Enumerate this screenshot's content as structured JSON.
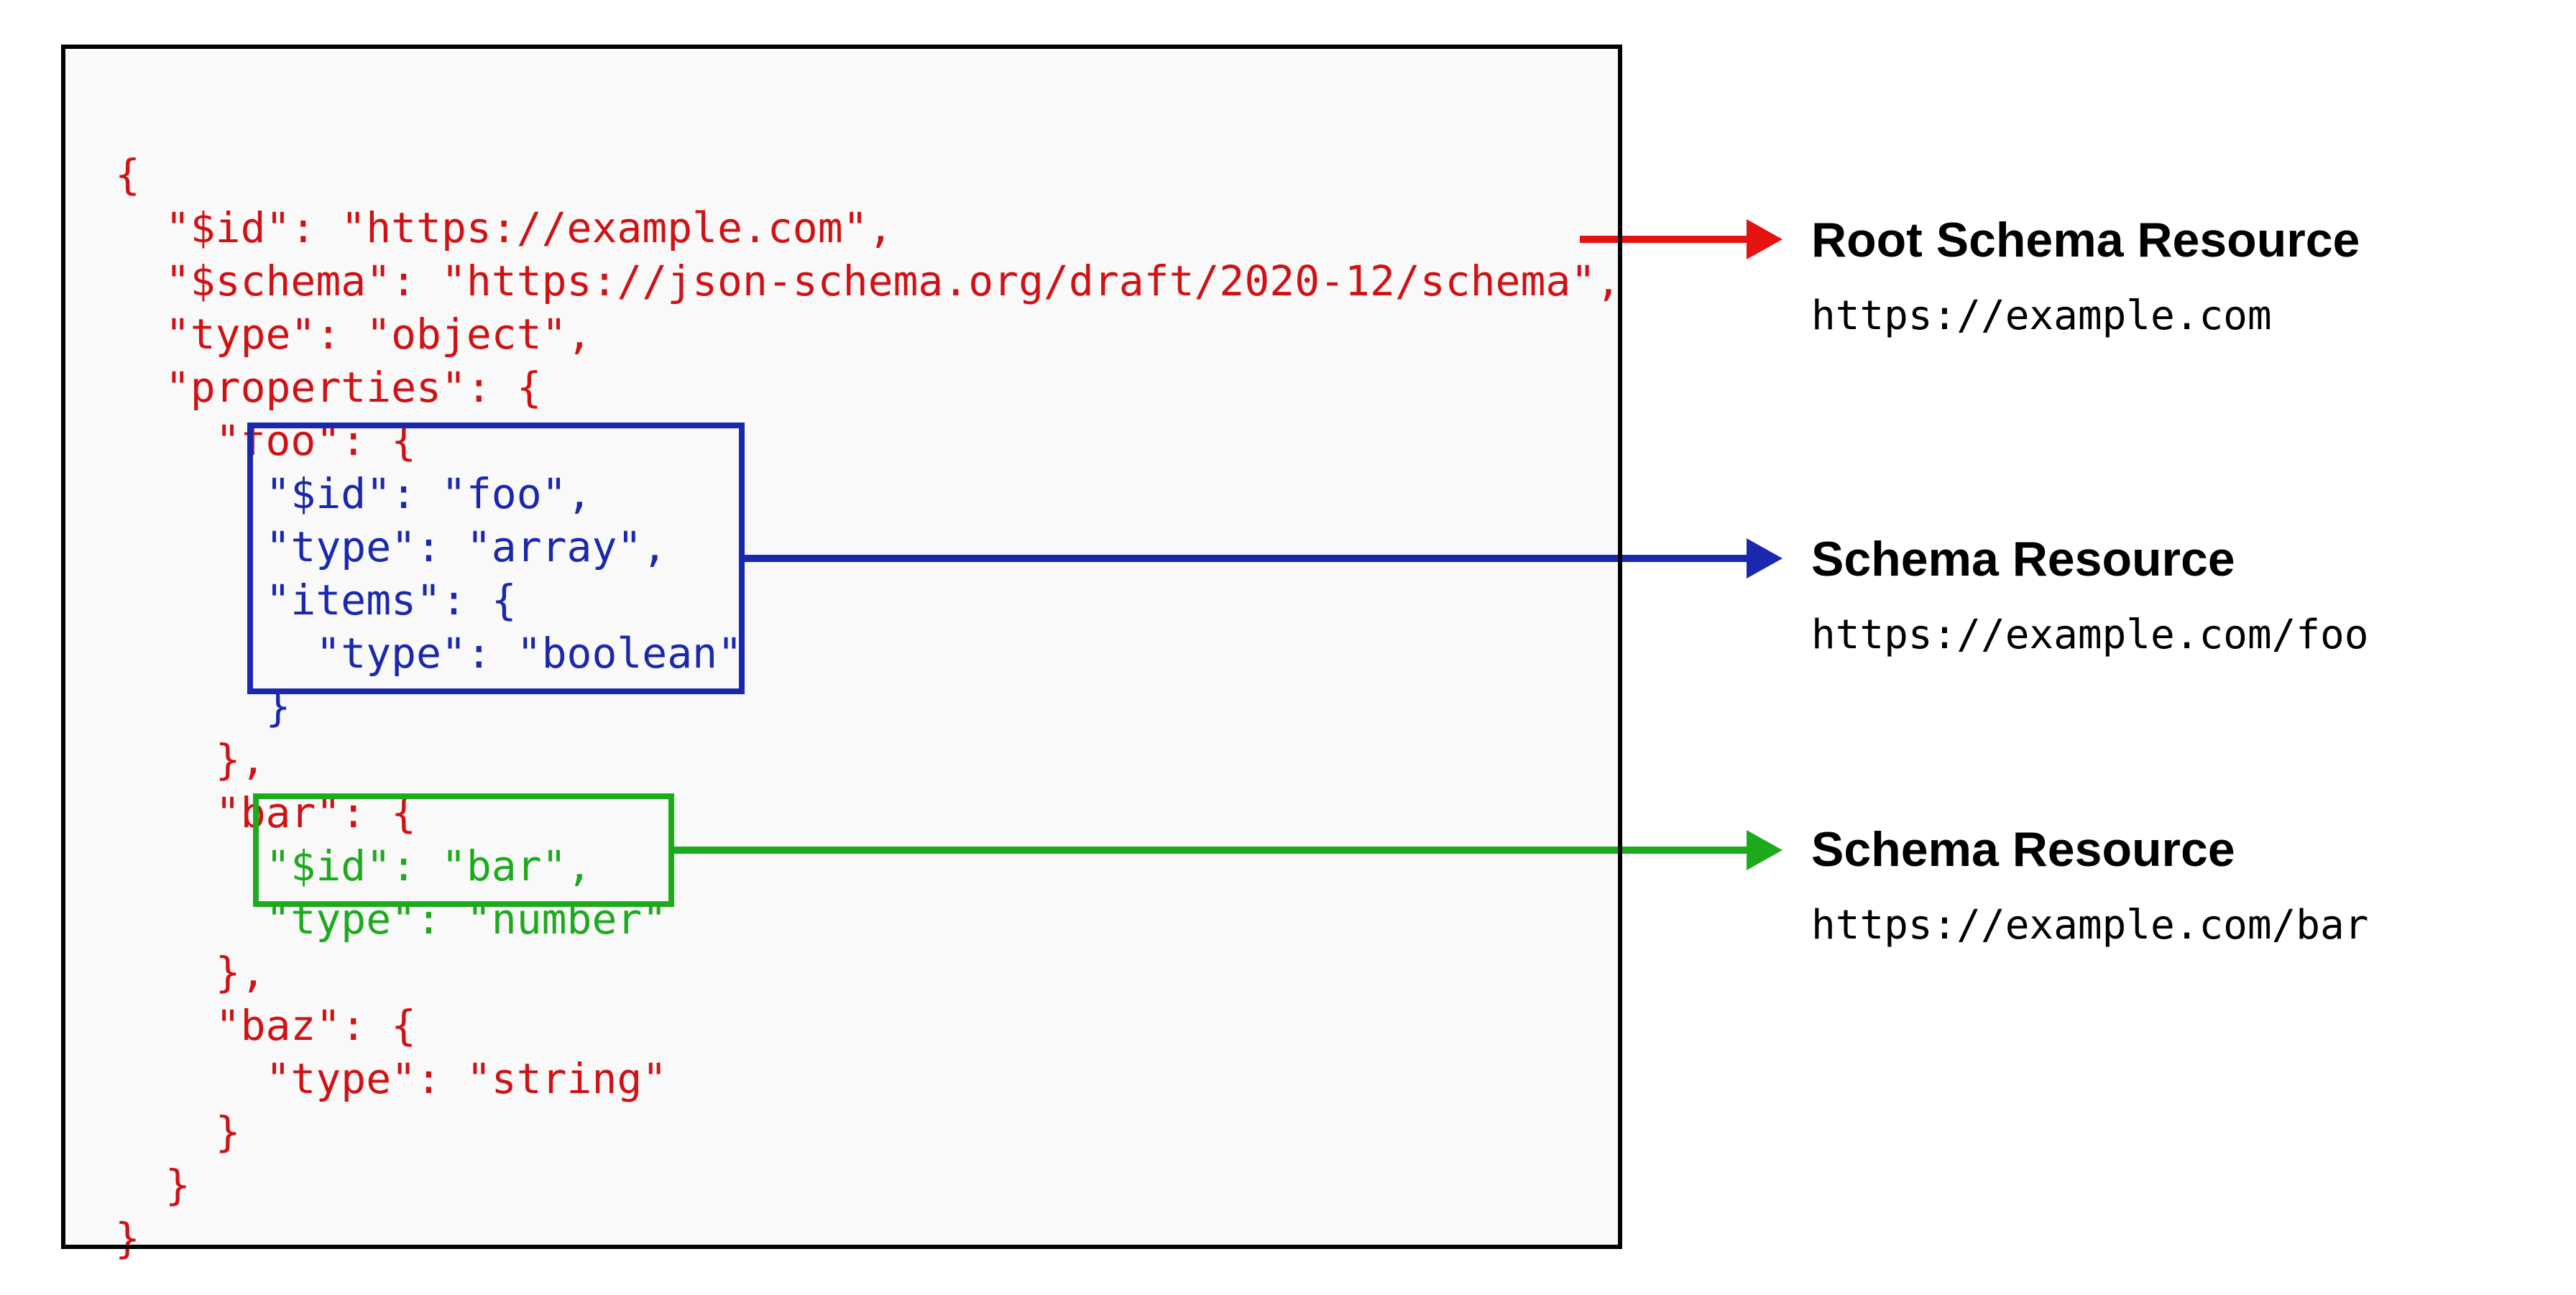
{
  "colors": {
    "code_red": "#d01215",
    "arrow_red": "#e51212",
    "blue": "#1a28ad",
    "green": "#1daa1d",
    "panel_bg": "#f9f9f9",
    "panel_border": "#000000",
    "label_text": "#000000"
  },
  "code": {
    "lines": [
      {
        "text": "{",
        "color": "red"
      },
      {
        "text": "  \"$id\": \"https://example.com\",",
        "color": "red"
      },
      {
        "text": "  \"$schema\": \"https://json-schema.org/draft/2020-12/schema\",",
        "color": "red"
      },
      {
        "text": "  \"type\": \"object\",",
        "color": "red"
      },
      {
        "text": "  \"properties\": {",
        "color": "red"
      },
      {
        "text": "    \"foo\": {",
        "color": "red"
      },
      {
        "text": "      \"$id\": \"foo\",",
        "color": "blue"
      },
      {
        "text": "      \"type\": \"array\",",
        "color": "blue"
      },
      {
        "text": "      \"items\": {",
        "color": "blue"
      },
      {
        "text": "        \"type\": \"boolean\"",
        "color": "blue"
      },
      {
        "text": "      }",
        "color": "blue"
      },
      {
        "text": "    },",
        "color": "red"
      },
      {
        "text": "    \"bar\": {",
        "color": "red"
      },
      {
        "text": "      \"$id\": \"bar\",",
        "color": "green"
      },
      {
        "text": "      \"type\": \"number\"",
        "color": "green"
      },
      {
        "text": "    },",
        "color": "red"
      },
      {
        "text": "    \"baz\": {",
        "color": "red"
      },
      {
        "text": "      \"type\": \"string\"",
        "color": "red"
      },
      {
        "text": "    }",
        "color": "red"
      },
      {
        "text": "  }",
        "color": "red"
      },
      {
        "text": "}",
        "color": "red"
      }
    ]
  },
  "annotations": [
    {
      "title": "Root Schema Resource",
      "url": "https://example.com"
    },
    {
      "title": "Schema Resource",
      "url": "https://example.com/foo"
    },
    {
      "title": "Schema Resource",
      "url": "https://example.com/bar"
    }
  ]
}
